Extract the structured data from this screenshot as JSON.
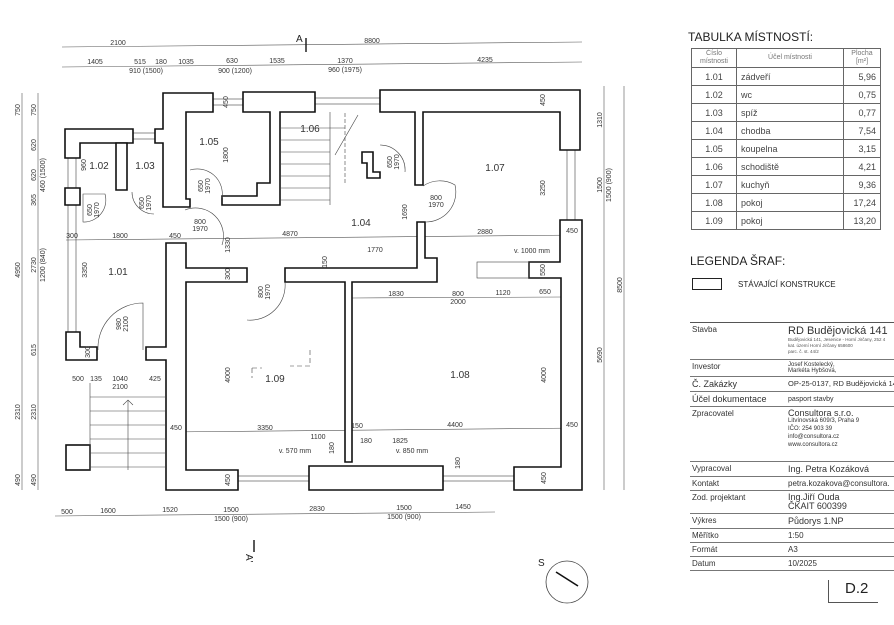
{
  "rooms": [
    {
      "id": "1.01"
    },
    {
      "id": "1.02"
    },
    {
      "id": "1.03"
    },
    {
      "id": "1.04"
    },
    {
      "id": "1.05"
    },
    {
      "id": "1.06"
    },
    {
      "id": "1.07"
    },
    {
      "id": "1.08"
    },
    {
      "id": "1.09"
    }
  ],
  "dims": [
    "2100",
    "8800",
    "1405",
    "515",
    "180",
    "1035",
    "630",
    "1535",
    "1370",
    "4235",
    "910 (1500)",
    "900 (1200)",
    "960 (1975)",
    "750",
    "4950",
    "2310",
    "490",
    "750",
    "620",
    "620",
    "460 (1500)",
    "365",
    "2730",
    "1200 (840)",
    "615",
    "2310",
    "490",
    "1310",
    "1500",
    "1500 (900)",
    "5690",
    "8500",
    "500",
    "1600",
    "1520",
    "1500",
    "1500 (900)",
    "2830",
    "1500",
    "1500 (900)",
    "1450",
    "300",
    "1800",
    "450",
    "4870",
    "2880",
    "450",
    "1770",
    "1830",
    "800",
    "2000",
    "1120",
    "650",
    "500",
    "135",
    "1040",
    "2100",
    "425",
    "450",
    "3350",
    "1100",
    "150",
    "4400",
    "450",
    "180",
    "1825",
    "v. 1000 mm",
    "v. 570 mm",
    "v. 850 mm",
    "960",
    "1800",
    "450",
    "450",
    "3250",
    "550",
    "4000",
    "4000",
    "450",
    "450",
    "1330",
    "300",
    "1690",
    "150",
    "3350",
    "300",
    "180",
    "180"
  ],
  "doors": [
    {
      "w": "650",
      "h": "1970"
    },
    {
      "w": "650",
      "h": "1970"
    },
    {
      "w": "650",
      "h": "1970"
    },
    {
      "w": "650",
      "h": "1970"
    },
    {
      "w": "800",
      "h": "1970"
    },
    {
      "w": "800",
      "h": "1970"
    },
    {
      "w": "800",
      "h": "1970"
    },
    {
      "w": "980",
      "h": "2100"
    }
  ],
  "section_marks": {
    "top": "A",
    "bottom": "A'"
  },
  "north_label": "S",
  "room_table": {
    "title": "TABULKA MÍSTNOSTÍ:",
    "headers": [
      "Číslo místnosti",
      "Účel místnosti",
      "Plocha [m²]"
    ],
    "rows": [
      [
        "1.01",
        "zádveří",
        "5,96"
      ],
      [
        "1.02",
        "wc",
        "0,75"
      ],
      [
        "1.03",
        "spíž",
        "0,77"
      ],
      [
        "1.04",
        "chodba",
        "7,54"
      ],
      [
        "1.05",
        "koupelna",
        "3,15"
      ],
      [
        "1.06",
        "schodiště",
        "4,21"
      ],
      [
        "1.07",
        "kuchyň",
        "9,36"
      ],
      [
        "1.08",
        "pokoj",
        "17,24"
      ],
      [
        "1.09",
        "pokoj",
        "13,20"
      ]
    ]
  },
  "legend": {
    "title": "LEGENDA ŠRAF:",
    "items": [
      "STÁVAJÍCÍ KONSTRUKCE"
    ]
  },
  "title_block": {
    "stavba_label": "Stavba",
    "stavba": "RD Budějovická 141",
    "stavba_addr1": "Budějovická 141, Jesenice - Horní Jirčany, 252 4",
    "stavba_addr2": "kat. území Horní Jirčany 658600",
    "stavba_addr3": "parc. č. st. 44/2",
    "investor_label": "Investor",
    "investor1": "Josef Kostelecký,",
    "investor2": "Markéta Hybšová,",
    "zakazka_label": "Č. Zakázky",
    "zakazka": "OP-25-0137, RD Budějovická 141",
    "ucel_label": "Účel dokumentace",
    "ucel": "pasport stavby",
    "zpracovatel_label": "Zpracovatel",
    "zpracovatel": "Consultora s.r.o.",
    "zp_addr": "Litvínovská 609/3, Praha 9",
    "zp_ico": "IČO: 254 903 39",
    "zp_email": "info@consultora.cz",
    "zp_web": "www.consultora.cz",
    "vypracoval_label": "Vypracoval",
    "vypracoval": "Ing. Petra Kozáková",
    "kontakt_label": "Kontakt",
    "kontakt": "petra.kozakova@consultora.",
    "projektant_label": "Zod. projektant",
    "projektant1": "Ing.Jiří Ouda",
    "projektant2": "ČKAIT 600399",
    "vykres_label": "Výkres",
    "vykres": "Půdorys 1.NP",
    "meritko_label": "Měřítko",
    "meritko": "1:50",
    "format_label": "Formát",
    "format": "A3",
    "datum_label": "Datum",
    "datum": "10/2025",
    "sheet": "D.2"
  }
}
